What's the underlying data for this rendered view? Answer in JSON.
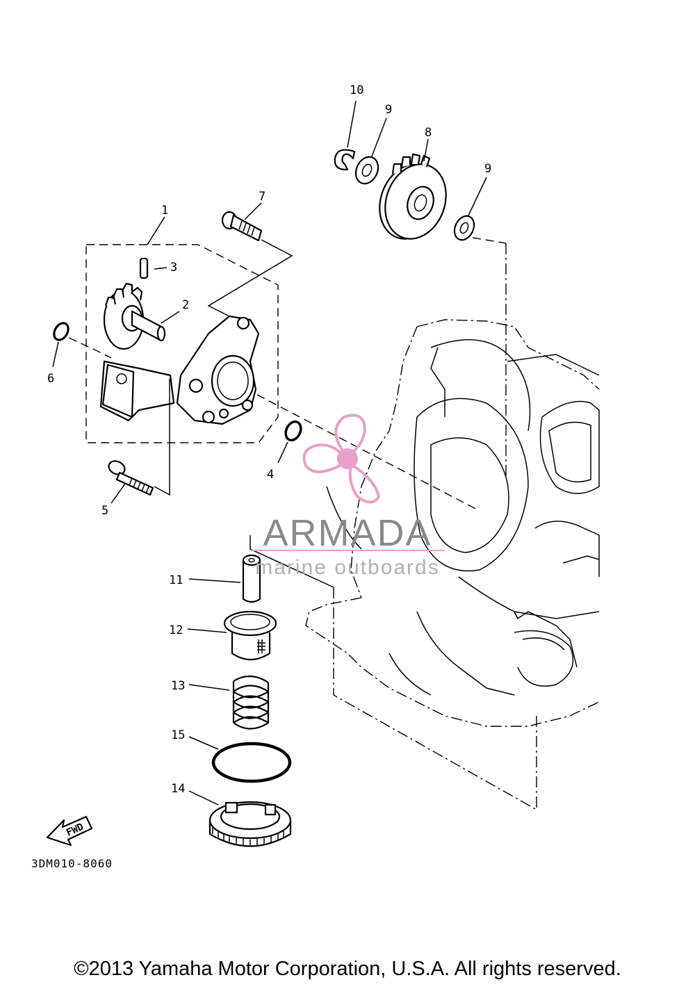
{
  "diagram": {
    "callouts": [
      "1",
      "2",
      "3",
      "4",
      "5",
      "6",
      "7",
      "8",
      "9",
      "9",
      "10",
      "11",
      "12",
      "13",
      "14",
      "15"
    ],
    "fwd_label": "FWD",
    "drawing_code": "3DM010-8060"
  },
  "watermark": {
    "brand": "ARMADA",
    "tagline": "marine outboards",
    "color": "#e8a0c8",
    "text_color": "#8a8a8a"
  },
  "footer": {
    "copyright": "©2013 Yamaha Motor Corporation, U.S.A. All rights reserved."
  }
}
